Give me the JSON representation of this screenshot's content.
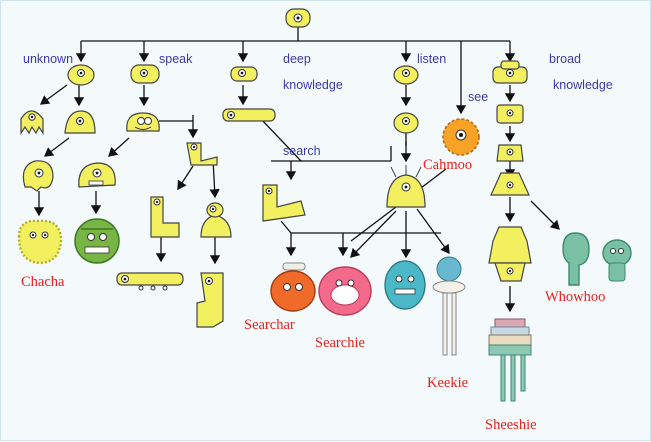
{
  "labels": {
    "unknown": "unknown",
    "speak": "speak",
    "deep": "deep",
    "deep2": "knowledge",
    "listen": "listen",
    "see": "see",
    "broad": "broad",
    "broad2": "knowledge",
    "search": "search"
  },
  "names": {
    "chacha": "Chacha",
    "cahmoo": "Cahmoo",
    "searchar": "Searchar",
    "searchie": "Searchie",
    "keekie": "Keekie",
    "whowhoo": "Whowhoo",
    "sheeshie": "Sheeshie"
  },
  "colors": {
    "creature_yellow": "#f3f060",
    "label_blue": "#3a3aa6",
    "name_red": "#e8201c",
    "edge": "#111111"
  }
}
